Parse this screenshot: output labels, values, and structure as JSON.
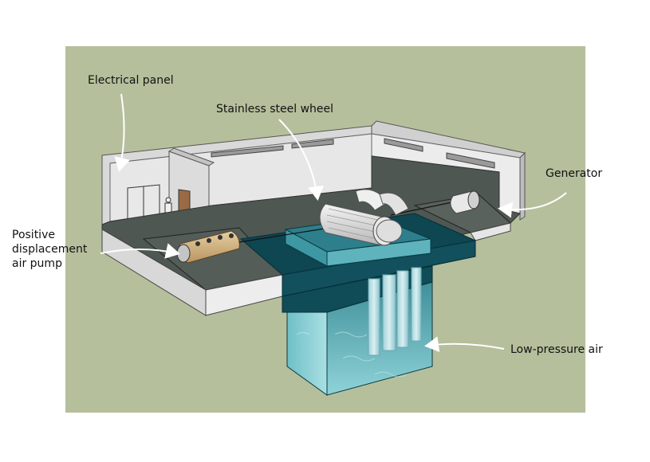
{
  "diagram": {
    "labels": {
      "electrical_panel": "Electrical panel",
      "stainless_wheel": "Stainless steel wheel",
      "generator": "Generator",
      "pump_line1": "Positive",
      "pump_line2": "displacement",
      "pump_line3": "air pump",
      "low_pressure_air": "Low-pressure air"
    },
    "colors": {
      "background_panel": "#b5bf9c",
      "floor": "#4e5752",
      "wall_light": "#e4e4e4",
      "wall_shade": "#c8c8c8",
      "water_dark": "#0e4652",
      "water_light": "#78c8d0",
      "pump_body": "#d7b98a",
      "arrow": "#ffffff"
    }
  }
}
